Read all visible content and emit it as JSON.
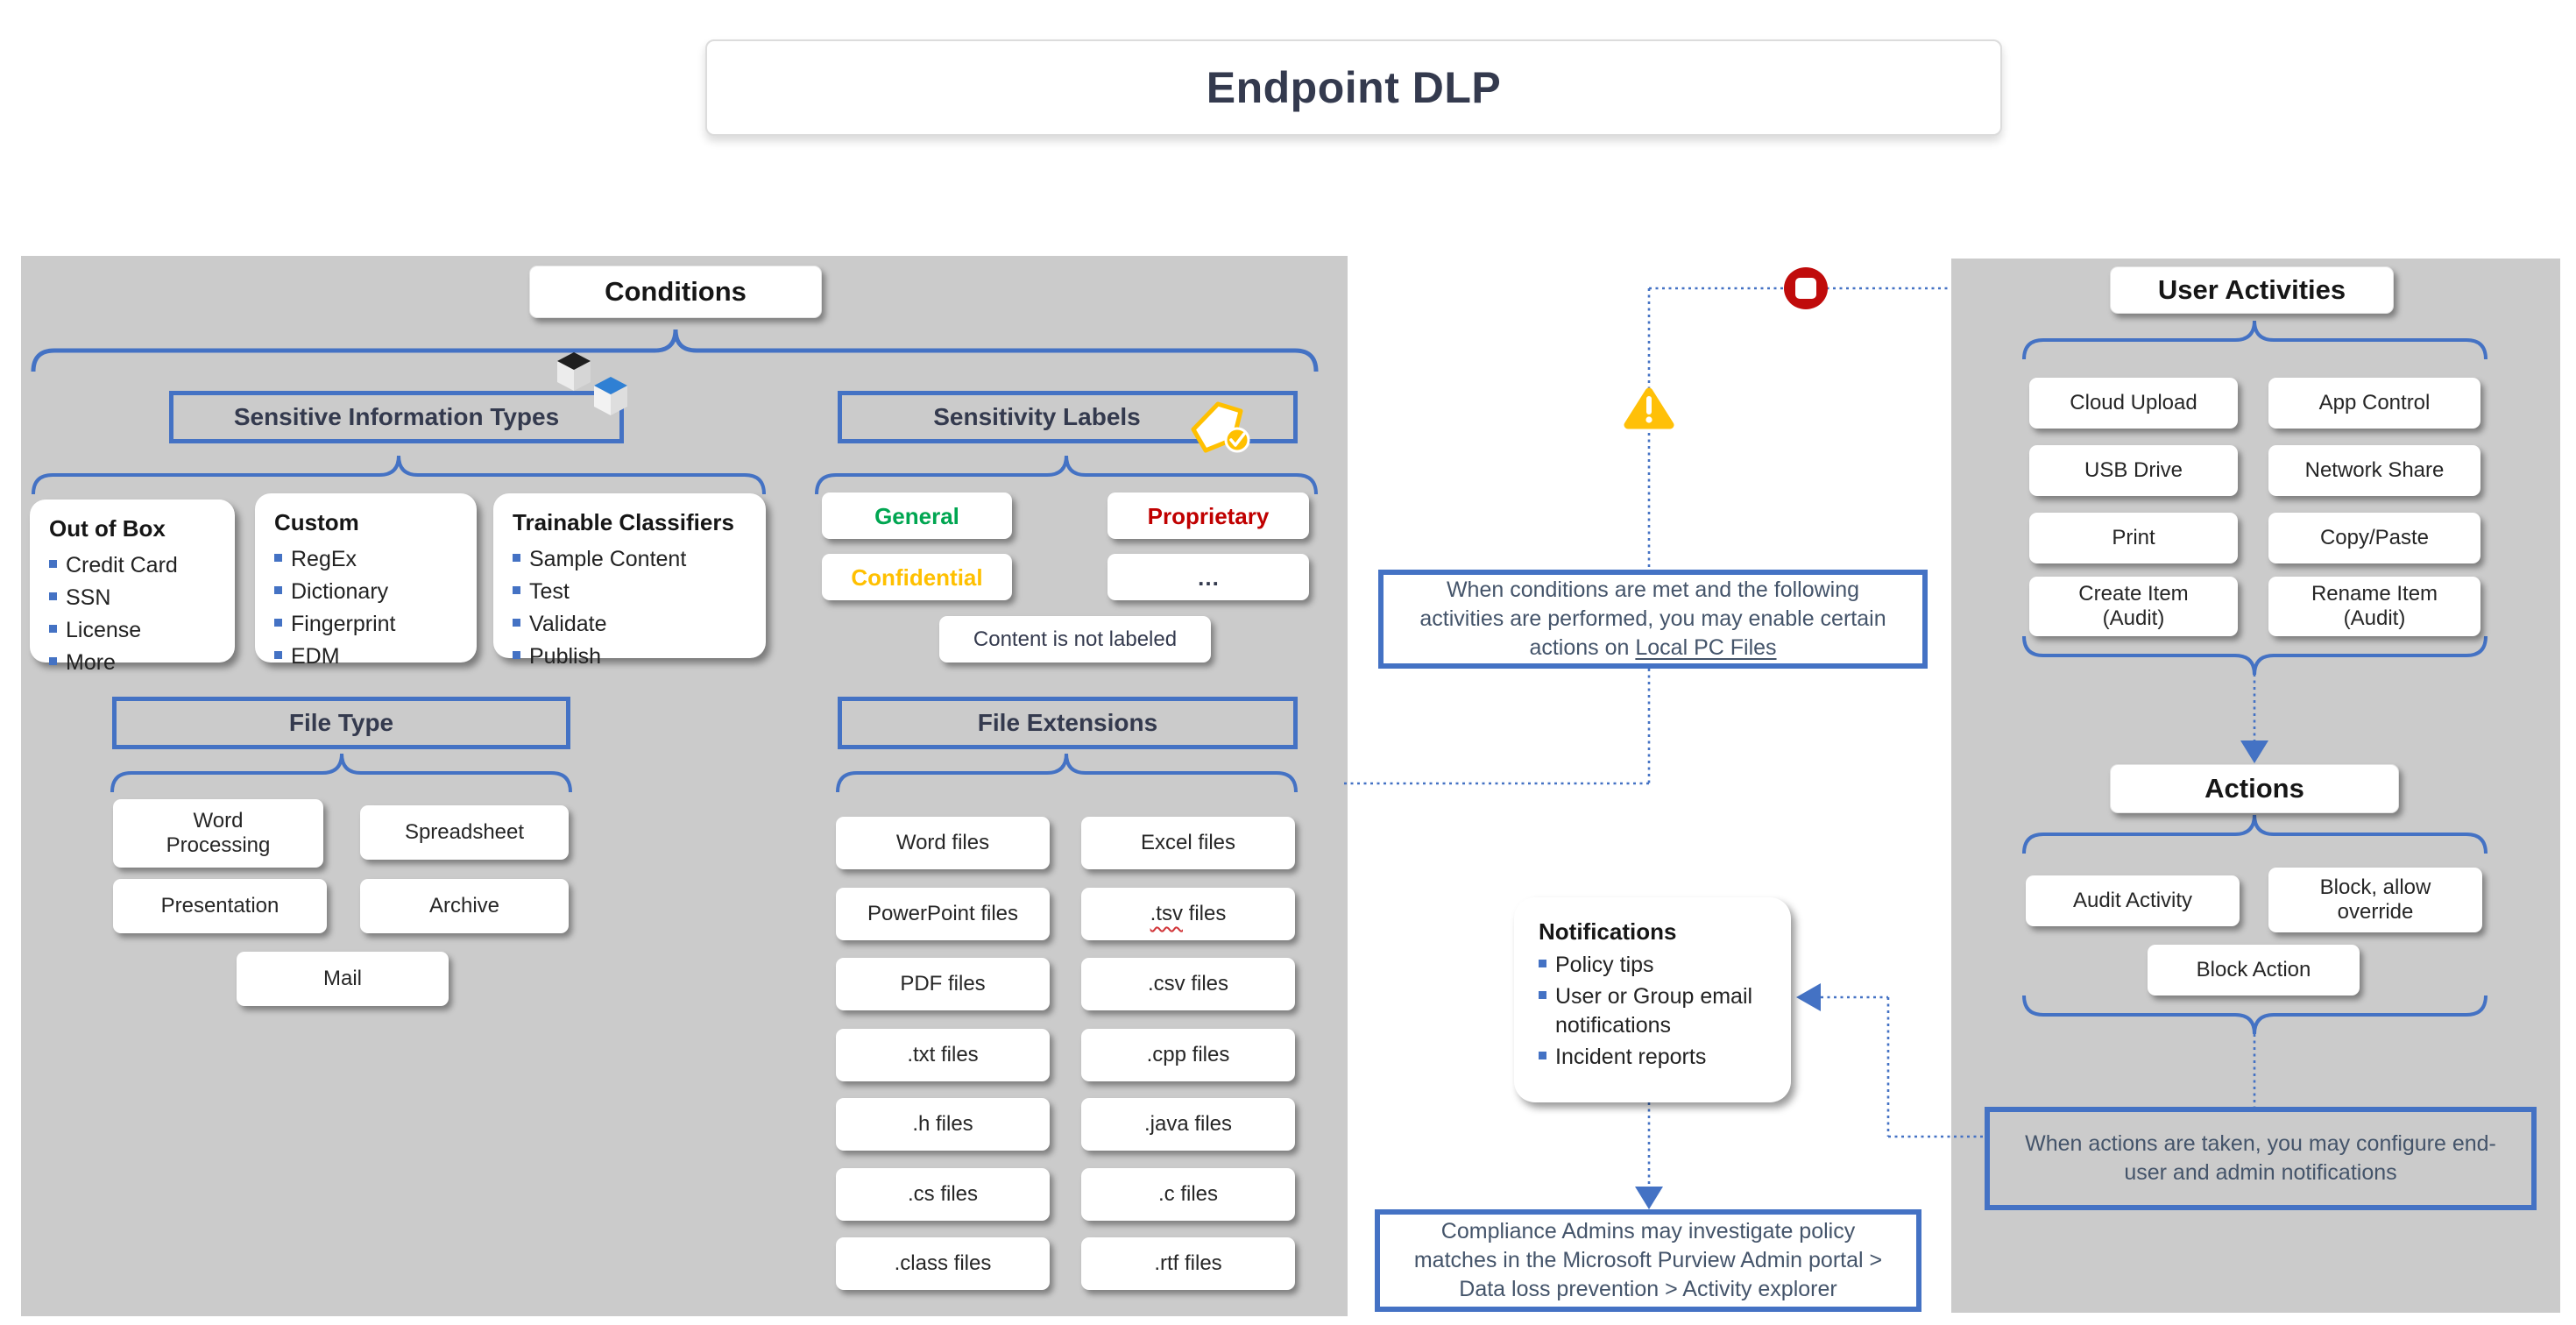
{
  "page_title": "Endpoint DLP",
  "left_panel": {
    "header": "Conditions",
    "sensitive_info": {
      "header": "Sensitive Information Types",
      "cards": [
        {
          "title": "Out of Box",
          "items": [
            "Credit Card",
            "SSN",
            "License",
            "More"
          ]
        },
        {
          "title": "Custom",
          "items": [
            "RegEx",
            "Dictionary",
            "Fingerprint",
            "EDM"
          ]
        },
        {
          "title": "Trainable Classifiers",
          "items": [
            "Sample Content",
            "Test",
            "Validate",
            "Publish"
          ]
        }
      ]
    },
    "sensitivity_labels": {
      "header": "Sensitivity Labels",
      "general": "General",
      "proprietary": "Proprietary",
      "confidential": "Confidential",
      "more": "…",
      "unlabeled": "Content is not labeled"
    },
    "file_type": {
      "header": "File Type",
      "items": [
        "Word Processing",
        "Spreadsheet",
        "Presentation",
        "Archive",
        "Mail"
      ]
    },
    "file_extensions": {
      "header": "File Extensions",
      "rows": [
        {
          "left": "Word files",
          "right": "Excel files"
        },
        {
          "left": "PowerPoint files",
          "right_ext": ".tsv",
          "right_rest": " files"
        },
        {
          "left": "PDF files",
          "right": ".csv files"
        },
        {
          "left": ".txt files",
          "right": ".cpp files"
        },
        {
          "left": ".h files",
          "right": ".java files"
        },
        {
          "left": ".cs files",
          "right": ".c files"
        },
        {
          "left": ".class files",
          "right": ".rtf files"
        }
      ]
    }
  },
  "middle": {
    "conditions_note_text": "When conditions are met and the following activities are performed, you may enable certain actions on ",
    "conditions_note_link": "Local PC Files",
    "notifications": {
      "title": "Notifications",
      "items": [
        "Policy tips",
        "User or Group email notifications",
        "Incident reports"
      ]
    },
    "compliance_note": "Compliance Admins may investigate policy matches in the Microsoft Purview Admin portal > Data loss prevention > Activity explorer"
  },
  "right_panel": {
    "header": "User Activities",
    "activities": [
      "Cloud Upload",
      "App Control",
      "USB Drive",
      "Network Share",
      "Print",
      "Copy/Paste",
      "Create Item (Audit)",
      "Rename Item (Audit)"
    ],
    "actions_header": "Actions",
    "actions": [
      "Audit Activity",
      "Block, allow override",
      "Block Action"
    ],
    "actions_note": "When actions are taken, you may configure end-user and admin notifications"
  },
  "colors": {
    "accent_blue": "#4472C4",
    "panel_gray": "#CBCBCB",
    "label_green": "#00A651",
    "label_red": "#C00000",
    "label_amber": "#FFC000",
    "navy_text": "#343A4E",
    "note_text": "#44546A",
    "stop_red": "#C00B0B",
    "warning_amber": "#FFC008"
  }
}
